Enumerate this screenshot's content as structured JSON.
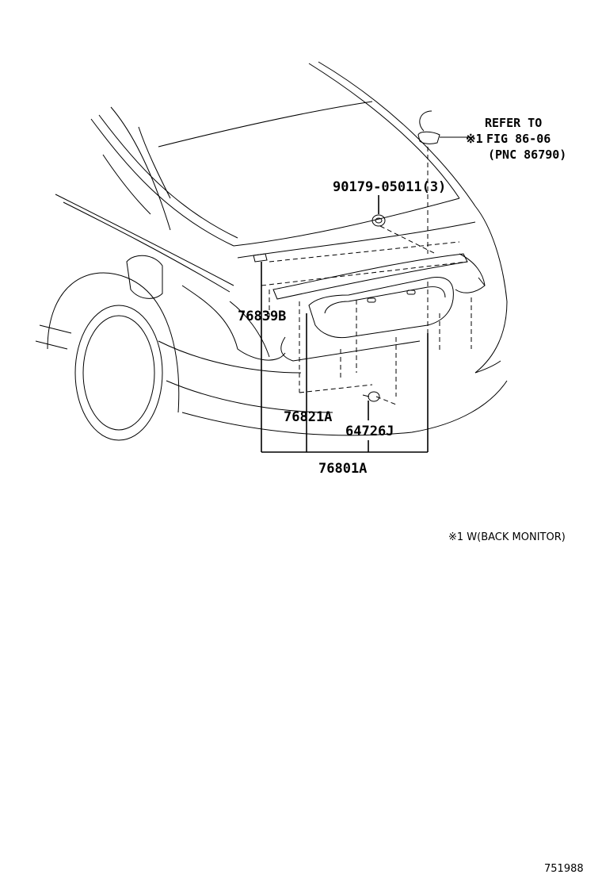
{
  "callouts": {
    "refer_line1": "REFER TO",
    "refer_mark": "※1",
    "refer_line2": "FIG 86-06",
    "refer_line3": "(PNC 86790)",
    "bolt": "90179-05011(3)",
    "bracket": "76839B",
    "garnish": "76821A",
    "switch": "64726J",
    "assembly": "76801A"
  },
  "footnote": "※1 W(BACK MONITOR)",
  "illustration_id": "751988"
}
